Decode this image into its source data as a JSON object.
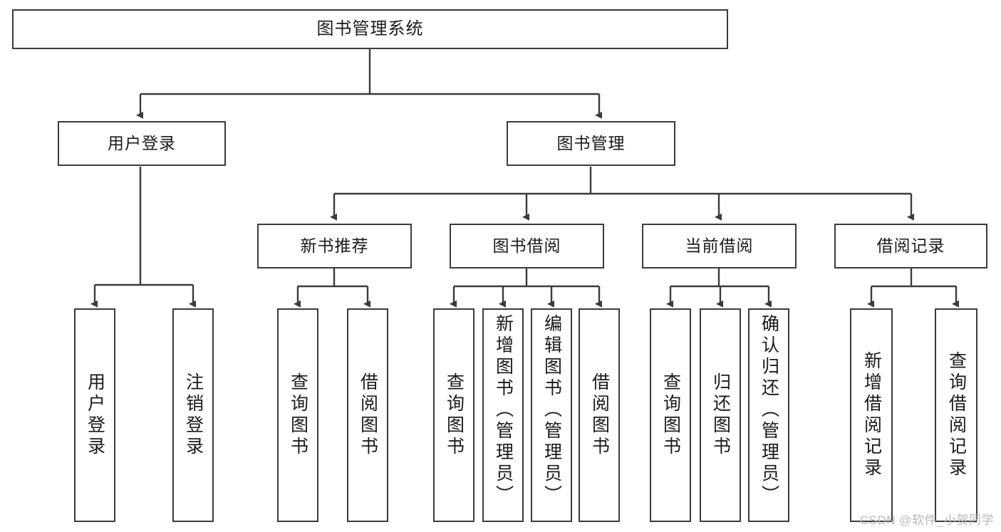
{
  "diagram": {
    "title": "图书管理系统",
    "watermark": "CSDN @软件_小贺同学",
    "colors": {
      "stroke": "#3b3b3b",
      "fill": "#ffffff",
      "text": "#1a1a1a",
      "watermark": "#b9b9b9"
    },
    "root": {
      "label": "图书管理系统"
    },
    "level2": [
      {
        "label": "用户登录"
      },
      {
        "label": "图书管理"
      }
    ],
    "level3": [
      {
        "label": "新书推荐"
      },
      {
        "label": "图书借阅"
      },
      {
        "label": "当前借阅"
      },
      {
        "label": "借阅记录"
      }
    ],
    "leaves": {
      "user_login": [
        {
          "label": "用户登录"
        },
        {
          "label": "注销登录"
        }
      ],
      "new_book_recommend": [
        {
          "label": "查询图书"
        },
        {
          "label": "借阅图书"
        }
      ],
      "book_borrow": [
        {
          "label": "查询图书"
        },
        {
          "label": "新增图书（管理员）"
        },
        {
          "label": "编辑图书（管理员）"
        },
        {
          "label": "借阅图书"
        }
      ],
      "current_borrow": [
        {
          "label": "查询图书"
        },
        {
          "label": "归还图书"
        },
        {
          "label": "确认归还（管理员）"
        }
      ],
      "borrow_record": [
        {
          "label": "新增借阅记录"
        },
        {
          "label": "查询借阅记录"
        }
      ]
    }
  }
}
